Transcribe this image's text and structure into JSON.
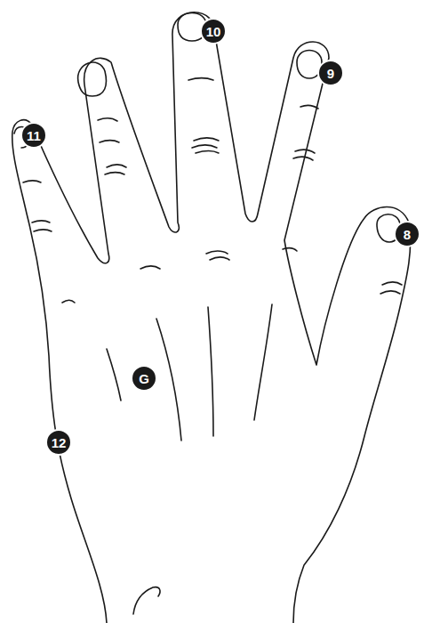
{
  "diagram": {
    "labels": [
      "10",
      "9",
      "11",
      "8",
      "G",
      "12"
    ]
  }
}
